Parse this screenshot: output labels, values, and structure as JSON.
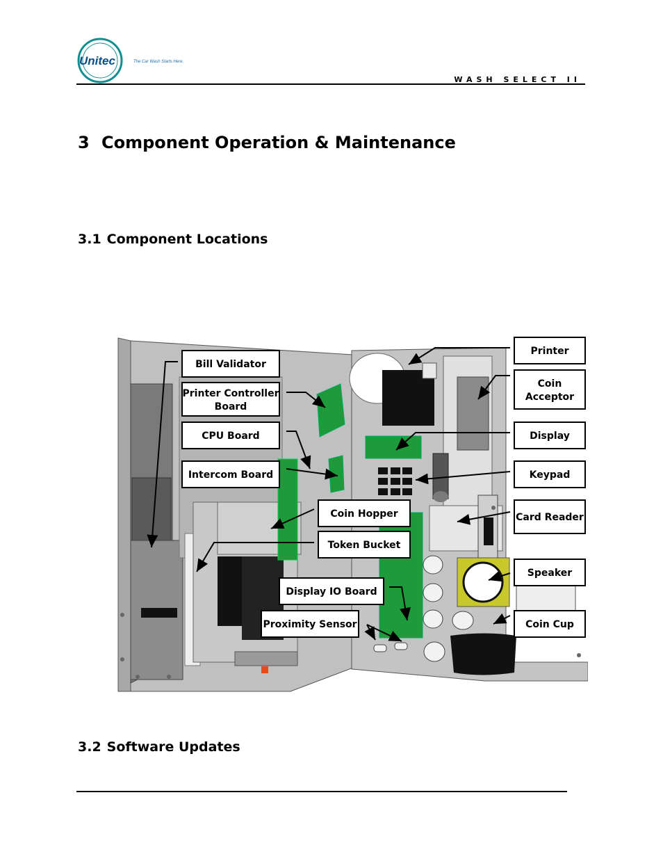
{
  "header": {
    "logo_text": "Unitec",
    "tagline": "The Car Wash Starts Here.",
    "doc_title": "WASH SELECT II"
  },
  "section": {
    "number": "3",
    "title": "Component Operation & Maintenance"
  },
  "subsections": [
    {
      "number": "3.1",
      "title": "Component Locations"
    },
    {
      "number": "3.2",
      "title": "Software Updates"
    }
  ],
  "figure": {
    "labels": {
      "bill_validator": "Bill Validator",
      "printer_controller_1": "Printer Controller",
      "printer_controller_2": "Board",
      "cpu_board": "CPU Board",
      "intercom_board": "Intercom Board",
      "coin_hopper": "Coin Hopper",
      "token_bucket": "Token Bucket",
      "display_io_board": "Display IO Board",
      "proximity_sensor": "Proximity Sensor",
      "printer": "Printer",
      "coin_acceptor_1": "Coin",
      "coin_acceptor_2": "Acceptor",
      "display": "Display",
      "keypad": "Keypad",
      "card_reader": "Card Reader",
      "speaker": "Speaker",
      "coin_cup": "Coin Cup"
    }
  }
}
